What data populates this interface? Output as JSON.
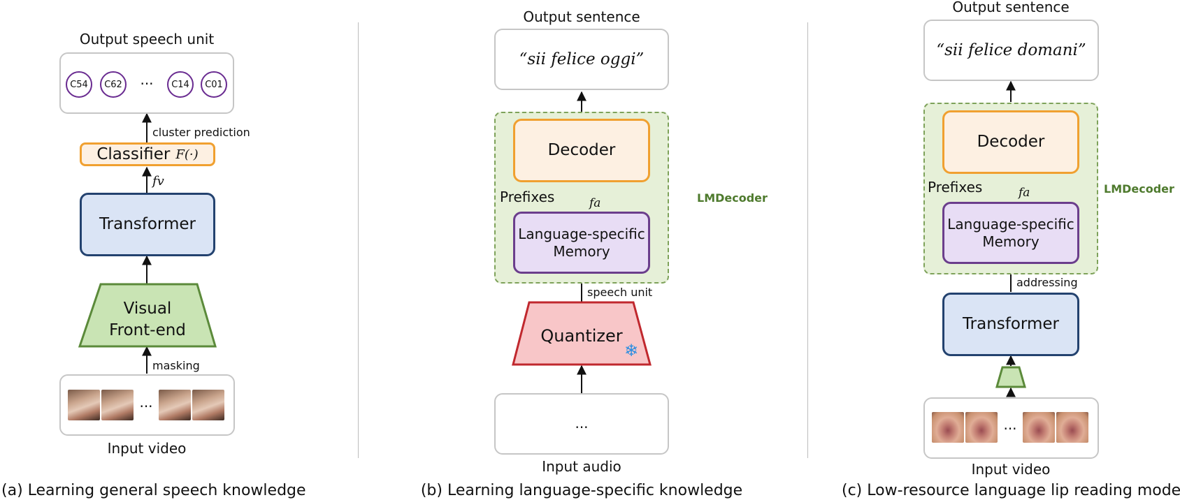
{
  "panel_a": {
    "output_title": "Output speech unit",
    "units": [
      "C54",
      "C62",
      "C14",
      "C01"
    ],
    "ellipsis": "···",
    "cluster_label": "cluster prediction",
    "classifier_label": "Classifier",
    "classifier_fn": "F(·)",
    "fv_label": "fv",
    "transformer_label": "Transformer",
    "frontend_line1": "Visual",
    "frontend_line2": "Front-end",
    "masking_label": "masking",
    "input_label": "Input video",
    "caption": "(a) Learning general speech knowledge"
  },
  "panel_b": {
    "output_title": "Output sentence",
    "output_text": "“sii felice oggi”",
    "decoder_label": "Decoder",
    "prefixes_label": "Prefixes",
    "fa_label": "fa",
    "memory_line1": "Language-specific",
    "memory_line2": "Memory",
    "lmdecoder_label": "LMDecoder",
    "speech_unit_label": "speech unit",
    "quantizer_label": "Quantizer",
    "snowflake_icon": "❄",
    "ellipsis": "···",
    "input_label": "Input audio",
    "caption": "(b) Learning language-specific knowledge"
  },
  "panel_c": {
    "output_title": "Output sentence",
    "output_text": "“sii felice domani”",
    "decoder_label": "Decoder",
    "prefixes_label": "Prefixes",
    "fa_label": "fa",
    "memory_line1": "Language-specific",
    "memory_line2": "Memory",
    "lmdecoder_label": "LMDecoder",
    "addressing_label": "addressing",
    "transformer_label": "Transformer",
    "ellipsis": "···",
    "input_label": "Input video",
    "caption": "(c) Low-resource language lip reading models"
  },
  "colors": {
    "orange": "#f0a030",
    "blue": "#23426f",
    "purple": "#6b3e8c",
    "green": "#5b8a3a",
    "red": "#c0282e",
    "lm_text": "#4e7a2d"
  }
}
